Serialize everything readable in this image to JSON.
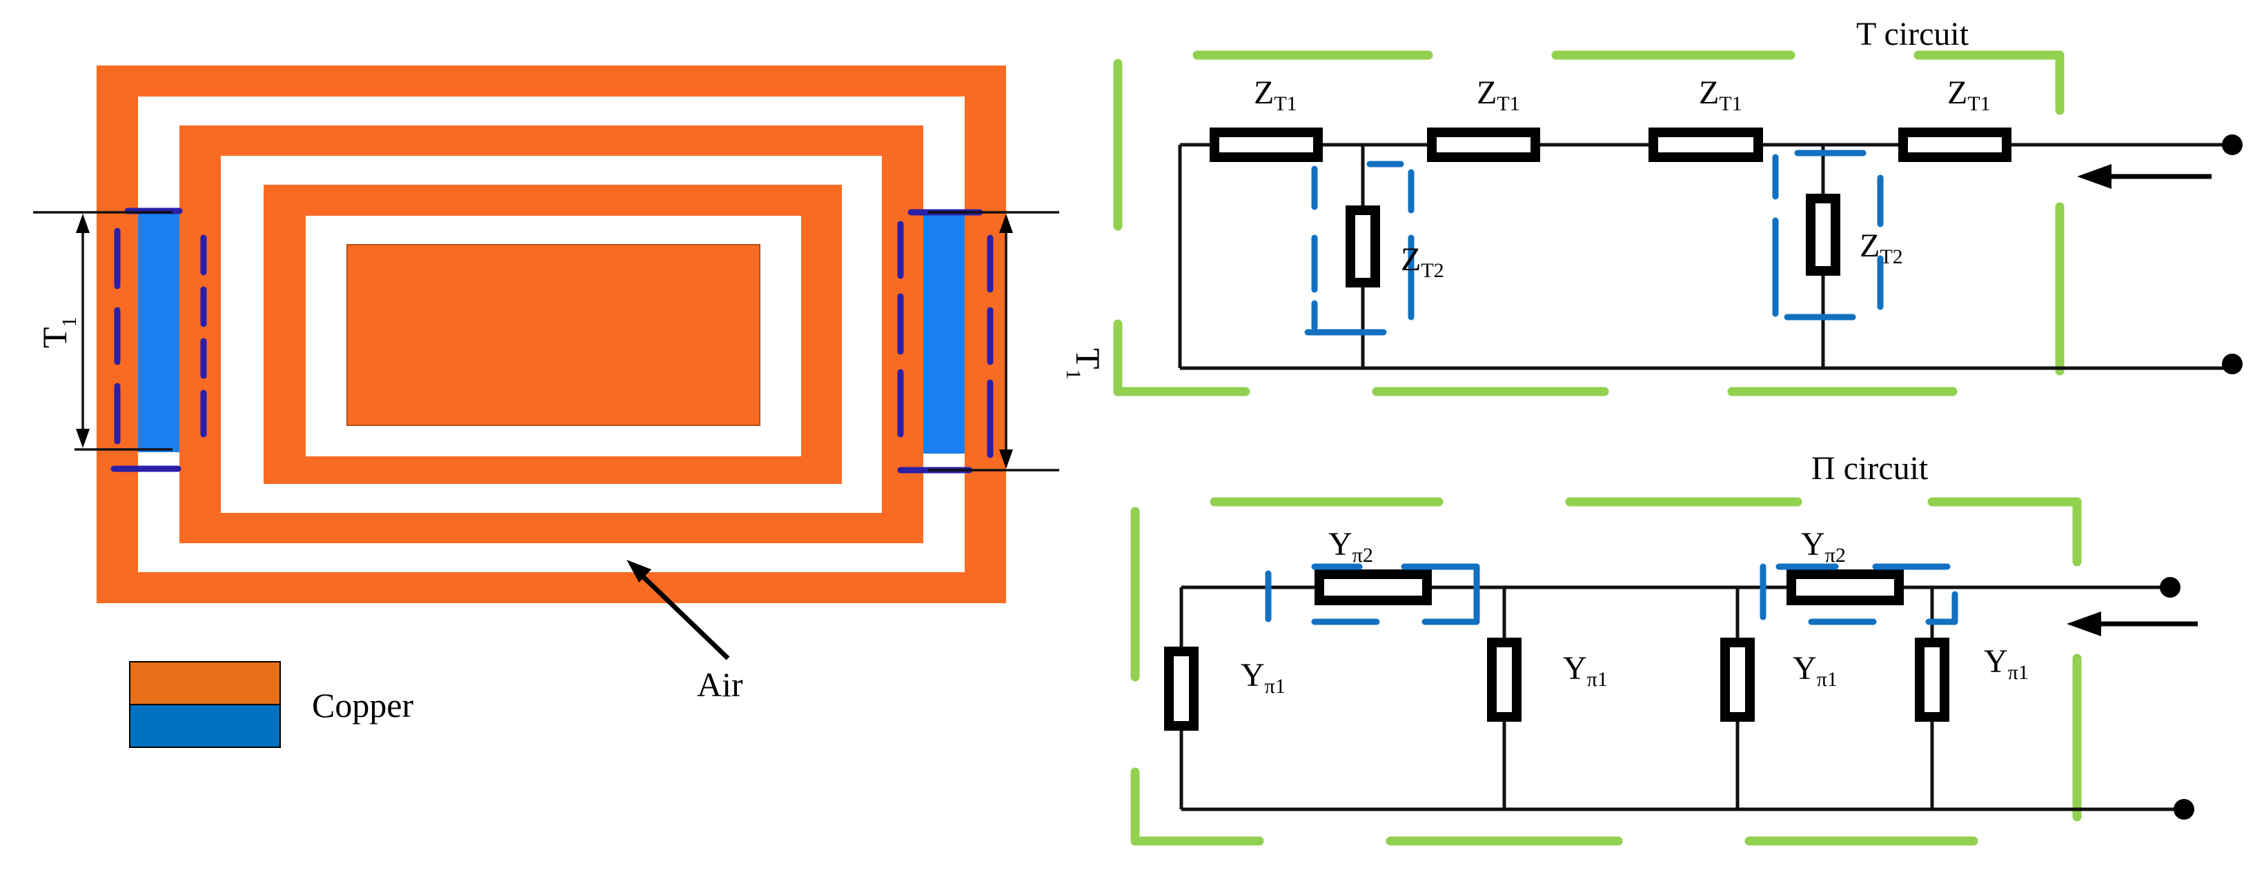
{
  "legend": {
    "material_label": "Copper"
  },
  "core": {
    "air_label": "Air",
    "t1_left": "T",
    "t1_right": "T",
    "t1_sub": "1"
  },
  "t_circuit": {
    "title": "T circuit",
    "series_main": "Z",
    "series_sub": "T1",
    "shunt_main": "Z",
    "shunt_sub": "T2"
  },
  "pi_circuit": {
    "title": "Π  circuit",
    "series_main": "Y",
    "series_sub": "π2",
    "shunt_main": "Y",
    "shunt_sub": "π1"
  },
  "colors": {
    "copper_orange": "#f96b22",
    "copper_dark_orange": "#e8701a",
    "copper_blue": "#1a80f0",
    "legend_blue": "#0070c0",
    "dashed_green": "#92d050",
    "dashed_blue": "#1170c0",
    "dashed_navy": "#2a1fa8"
  }
}
